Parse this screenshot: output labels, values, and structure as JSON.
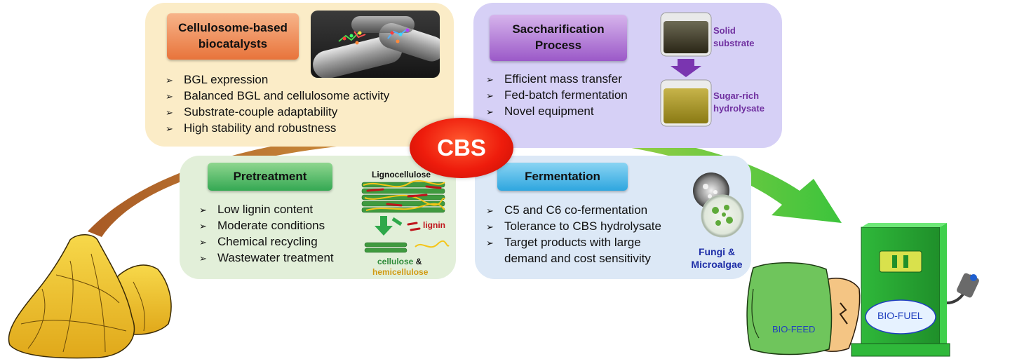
{
  "center": "CBS",
  "cellulosome": {
    "title_line1": "Cellulosome-based",
    "title_line2": "biocatalysts",
    "items": [
      "BGL expression",
      "Balanced BGL and cellulosome activity",
      "Substrate-couple adaptability",
      "High stability and robustness"
    ]
  },
  "saccharification": {
    "title_line1": "Saccharification",
    "title_line2": "Process",
    "items": [
      "Efficient mass transfer",
      "Fed-batch fermentation",
      "Novel equipment"
    ],
    "solid_line1": "Solid",
    "solid_line2": "substrate",
    "sugar_line1": "Sugar-rich",
    "sugar_line2": "hydrolysate"
  },
  "pretreatment": {
    "title": "Pretreatment",
    "items": [
      "Low lignin content",
      "Moderate conditions",
      "Chemical recycling",
      "Wastewater treatment"
    ],
    "lignocellulose": "Lignocellulose",
    "lignin": "lignin",
    "cellulose": "cellulose",
    "amp": "&",
    "hemicellulose": "hemicellulose"
  },
  "fermentation": {
    "title": "Fermentation",
    "items": [
      "C5 and C6 co-fermentation",
      "Tolerance to CBS hydrolysate",
      "Target products with large",
      "demand and cost sensitivity"
    ],
    "organisms_line1": "Fungi &",
    "organisms_line2": "Microalgae"
  },
  "products": {
    "feed": "BIO-FEED",
    "fuel": "BIO-FUEL"
  },
  "colors": {
    "cellulosome_panel": "#fbecc7",
    "saccharification_panel": "#d6d0f6",
    "pretreatment_panel": "#e2efd9",
    "fermentation_panel": "#dce8f6",
    "cbs": "#ee1c0c",
    "accent_purple": "#7030a0",
    "accent_blue": "#1f2fa8",
    "arrow_brown": "#b0662a",
    "arrow_green": "#3cc43c"
  }
}
